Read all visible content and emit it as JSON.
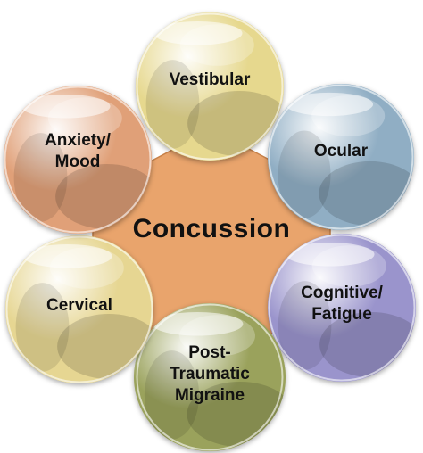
{
  "center": {
    "label": "Concussion",
    "color": "#e9a46c"
  },
  "bubbles": [
    {
      "id": "vestibular",
      "lines": [
        "Vestibular"
      ],
      "tint": "#e6d88e"
    },
    {
      "id": "ocular",
      "lines": [
        "Ocular"
      ],
      "tint": "#90aec4"
    },
    {
      "id": "cognitive",
      "lines": [
        "Cognitive/",
        "Fatigue"
      ],
      "tint": "#9a94cc"
    },
    {
      "id": "migraine",
      "lines": [
        "Post-",
        "Traumatic",
        "Migraine"
      ],
      "tint": "#9aa25c"
    },
    {
      "id": "cervical",
      "lines": [
        "Cervical"
      ],
      "tint": "#e6d692"
    },
    {
      "id": "anxiety",
      "lines": [
        "Anxiety/",
        "Mood"
      ],
      "tint": "#e0a078"
    }
  ]
}
